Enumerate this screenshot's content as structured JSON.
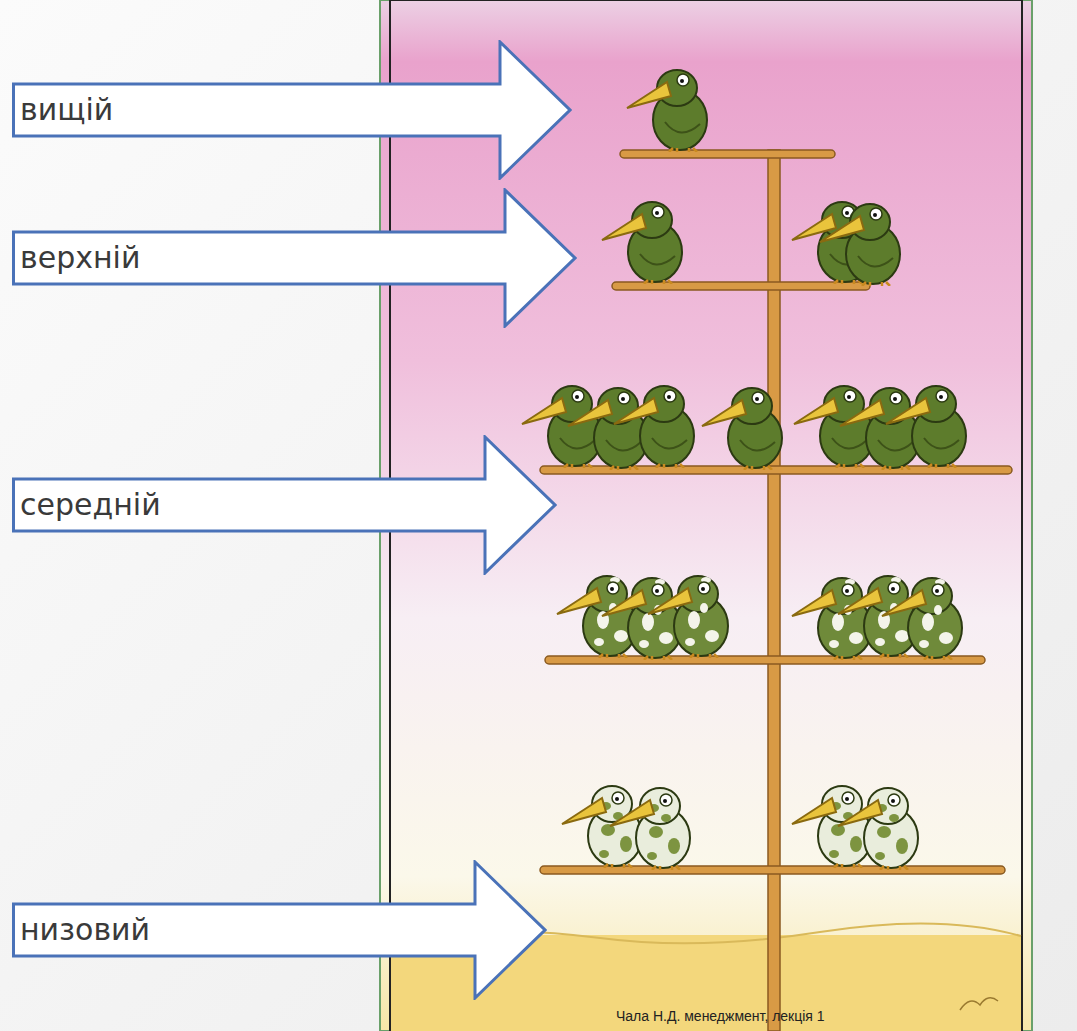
{
  "diagram": {
    "caption": "Чала Н.Д. менеджмент, лекція 1",
    "nodes": [
      {
        "text": [
          "вищій"
        ]
      },
      {
        "text": [
          "верхній"
        ]
      },
      {
        "text": [
          "середній"
        ]
      },
      {
        "text": [
          "низовий"
        ]
      }
    ]
  }
}
